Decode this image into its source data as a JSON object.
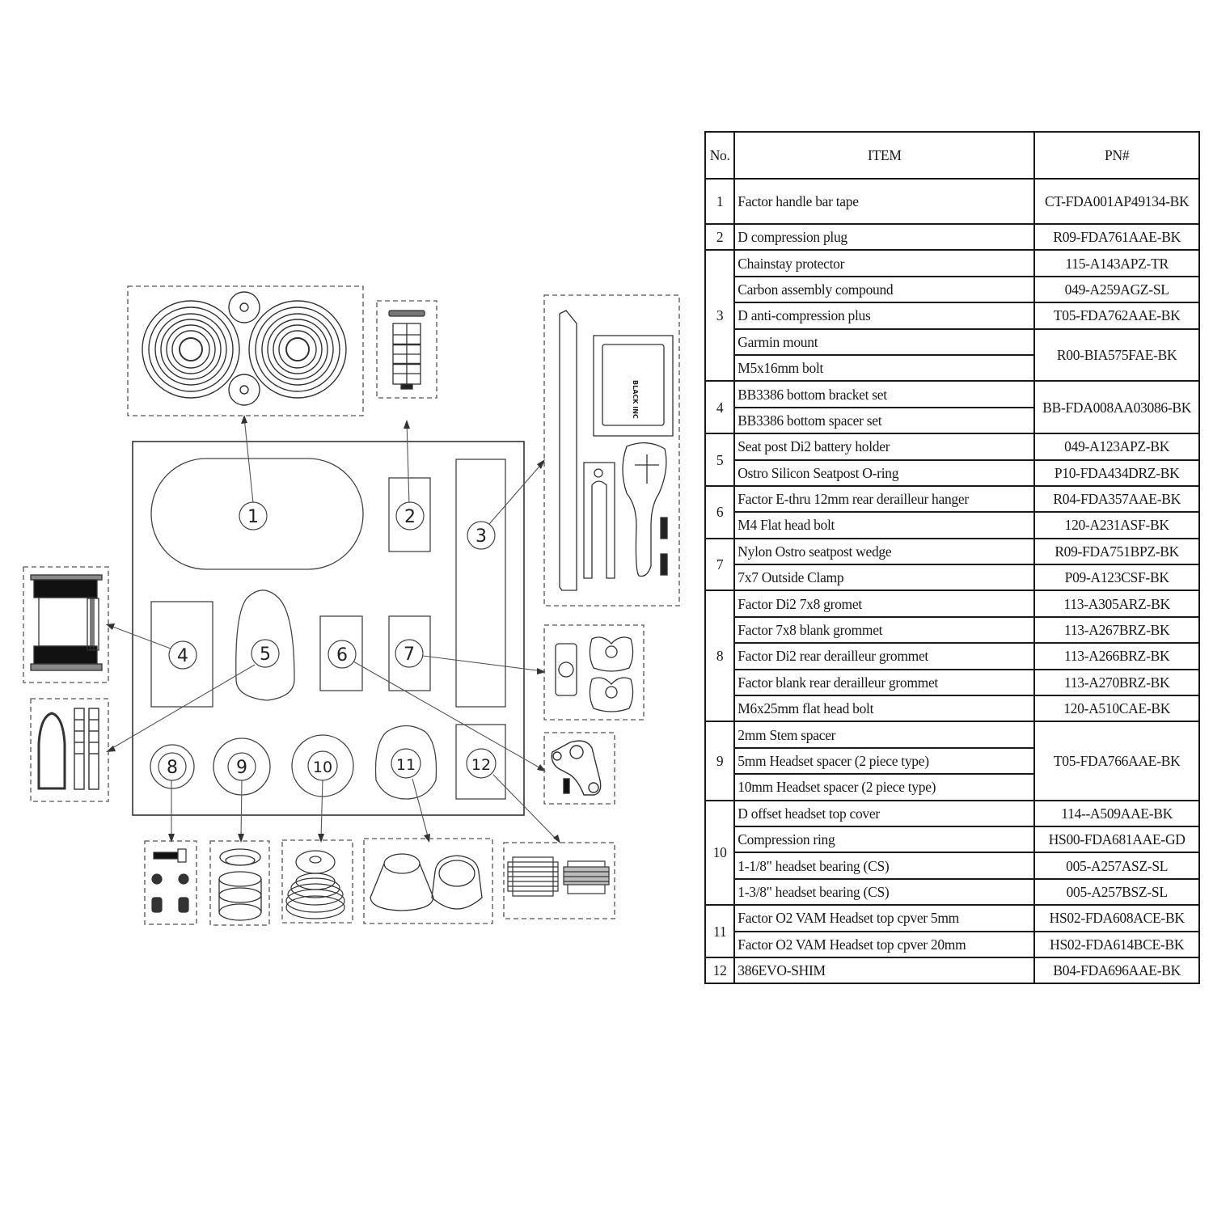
{
  "table": {
    "headers": {
      "no": "No.",
      "item": "ITEM",
      "pn": "PN#"
    },
    "groups": [
      {
        "no": "1",
        "rows": [
          {
            "item": "Factor handle bar tape",
            "pn": "CT-FDA001AP49134-BK"
          }
        ]
      },
      {
        "no": "2",
        "rows": [
          {
            "item": "D compression plug",
            "pn": "R09-FDA761AAE-BK"
          }
        ]
      },
      {
        "no": "3",
        "rows": [
          {
            "item": "Chainstay protector",
            "pn": "115-A143APZ-TR"
          },
          {
            "item": "Carbon assembly compound",
            "pn": "049-A259AGZ-SL"
          },
          {
            "item": "D anti-compression plus",
            "pn": "T05-FDA762AAE-BK"
          },
          {
            "item": "Garmin mount",
            "pn": "R00-BIA575FAE-BK"
          },
          {
            "item": "M5x16mm bolt",
            "pn": null
          }
        ]
      },
      {
        "no": "4",
        "rows": [
          {
            "item": "BB3386 bottom bracket set",
            "pn": "BB-FDA008AA03086-BK"
          },
          {
            "item": "BB3386 bottom spacer set",
            "pn": null
          }
        ]
      },
      {
        "no": "5",
        "rows": [
          {
            "item": "Seat post Di2 battery holder",
            "pn": "049-A123APZ-BK"
          },
          {
            "item": "Ostro Silicon Seatpost O-ring",
            "pn": "P10-FDA434DRZ-BK"
          }
        ]
      },
      {
        "no": "6",
        "rows": [
          {
            "item": "Factor E-thru 12mm rear derailleur hanger",
            "pn": "R04-FDA357AAE-BK"
          },
          {
            "item": "M4 Flat head bolt",
            "pn": "120-A231ASF-BK"
          }
        ]
      },
      {
        "no": "7",
        "rows": [
          {
            "item": "Nylon Ostro seatpost wedge",
            "pn": "R09-FDA751BPZ-BK"
          },
          {
            "item": "7x7 Outside Clamp",
            "pn": "P09-A123CSF-BK"
          }
        ]
      },
      {
        "no": "8",
        "rows": [
          {
            "item": "Factor Di2 7x8 gromet",
            "pn": "113-A305ARZ-BK"
          },
          {
            "item": "Factor 7x8 blank grommet",
            "pn": "113-A267BRZ-BK"
          },
          {
            "item": "Factor Di2 rear derailleur grommet",
            "pn": "113-A266BRZ-BK"
          },
          {
            "item": "Factor blank rear derailleur grommet",
            "pn": "113-A270BRZ-BK"
          },
          {
            "item": "M6x25mm flat head bolt",
            "pn": "120-A510CAE-BK"
          }
        ]
      },
      {
        "no": "9",
        "rows": [
          {
            "item": "2mm Stem spacer",
            "pn": "T05-FDA766AAE-BK"
          },
          {
            "item": "5mm Headset spacer (2 piece type)",
            "pn": null
          },
          {
            "item": "10mm Headset spacer (2 piece type)",
            "pn": null
          }
        ]
      },
      {
        "no": "10",
        "rows": [
          {
            "item": "D offset headset top cover",
            "pn": "114--A509AAE-BK"
          },
          {
            "item": "Compression ring",
            "pn": "HS00-FDA681AAE-GD"
          },
          {
            "item": "1-1/8\" headset bearing (CS)",
            "pn": "005-A257ASZ-SL"
          },
          {
            "item": "1-3/8\" headset bearing (CS)",
            "pn": "005-A257BSZ-SL"
          }
        ]
      },
      {
        "no": "11",
        "rows": [
          {
            "item": "Factor O2 VAM Headset top cpver 5mm",
            "pn": "HS02-FDA608ACE-BK"
          },
          {
            "item": "Factor O2 VAM Headset top cpver 20mm",
            "pn": "HS02-FDA614BCE-BK"
          }
        ]
      },
      {
        "no": "12",
        "rows": [
          {
            "item": "386EVO-SHIM",
            "pn": "B04-FDA696AAE-BK"
          }
        ]
      }
    ]
  },
  "drawing": {
    "balloons": [
      "1",
      "2",
      "3",
      "4",
      "5",
      "6",
      "7",
      "8",
      "9",
      "10",
      "11",
      "12"
    ],
    "logo_text": "BLACK INC"
  },
  "colors": {
    "line": "#444444",
    "dash": "#555555",
    "ink": "#1a1a1a"
  }
}
